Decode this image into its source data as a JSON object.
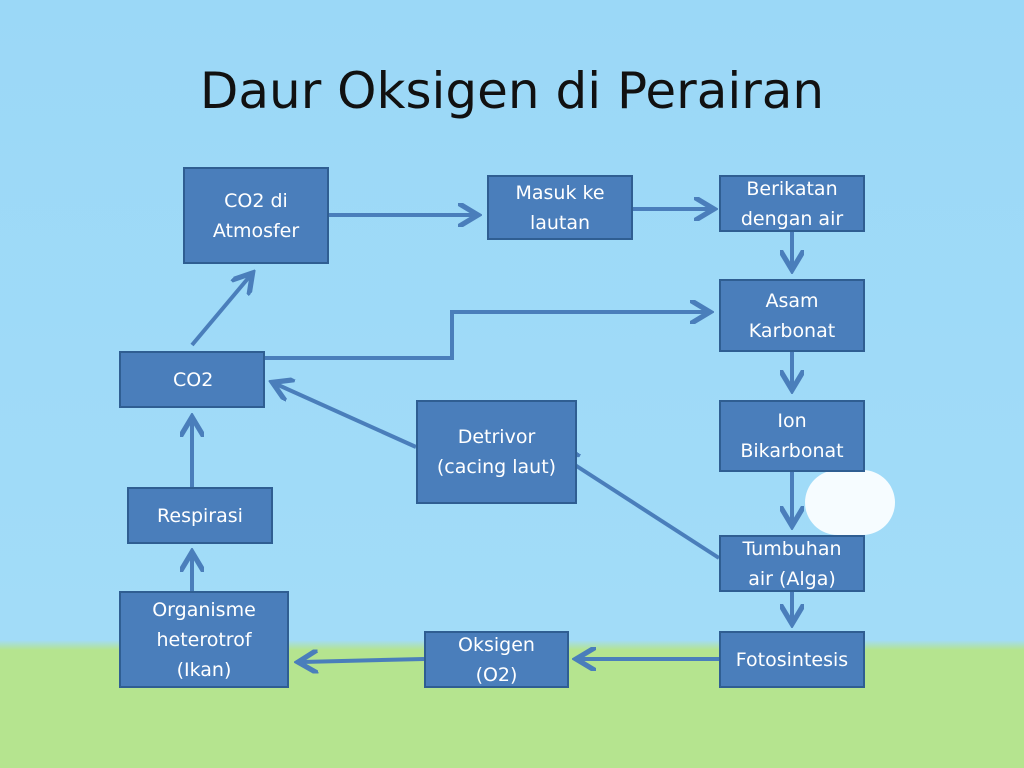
{
  "title": "Daur Oksigen di Perairan",
  "colors": {
    "box": "#4a7ebb",
    "border": "#2f5e92",
    "arrow": "#4a7ebb",
    "sky": "#9bd8f7",
    "grass": "#b5e48f"
  },
  "nodes": {
    "co2_atmosfer": "CO2 di\nAtmosfer",
    "masuk_lautan": "Masuk ke\nlautan",
    "berikatan": "Berikatan\ndengan air",
    "asam_karbonat": "Asam\nKarbonat",
    "co2": "CO2",
    "detrivor": "Detrivor\n(cacing laut)",
    "ion_bikarbonat": "Ion\nBikarbonat",
    "respirasi": "Respirasi",
    "tumbuhan": "Tumbuhan\nair (Alga)",
    "organisme": "Organisme\nheterotrof\n(Ikan)",
    "oksigen": "Oksigen\n(O2)",
    "fotosintesis": "Fotosintesis"
  }
}
